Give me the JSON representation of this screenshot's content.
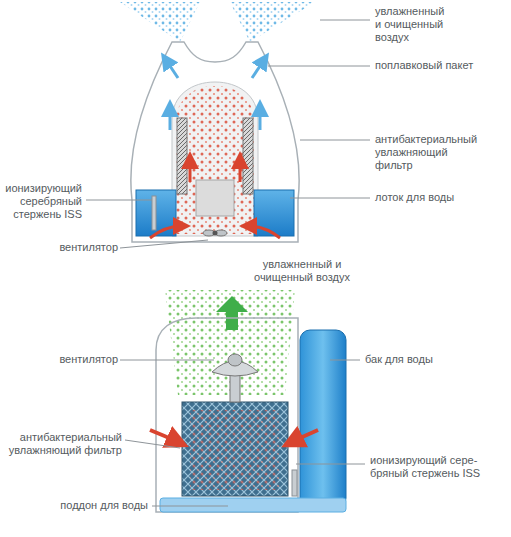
{
  "diagram": {
    "labels": [
      "увлажненный и очищенный воздух",
      "поплавковый пакет",
      "антибактериальный увлажняющий фильтр",
      "ионизирующий серебряный стержень ISS",
      "лоток для воды",
      "вентилятор",
      "увлажненный и очищенный воздух",
      "вентилятор",
      "бак для воды",
      "антибактериальный увлажняющий фильтр",
      "ионизирующий сере- бряный стержень ISS",
      "поддон для воды"
    ]
  }
}
